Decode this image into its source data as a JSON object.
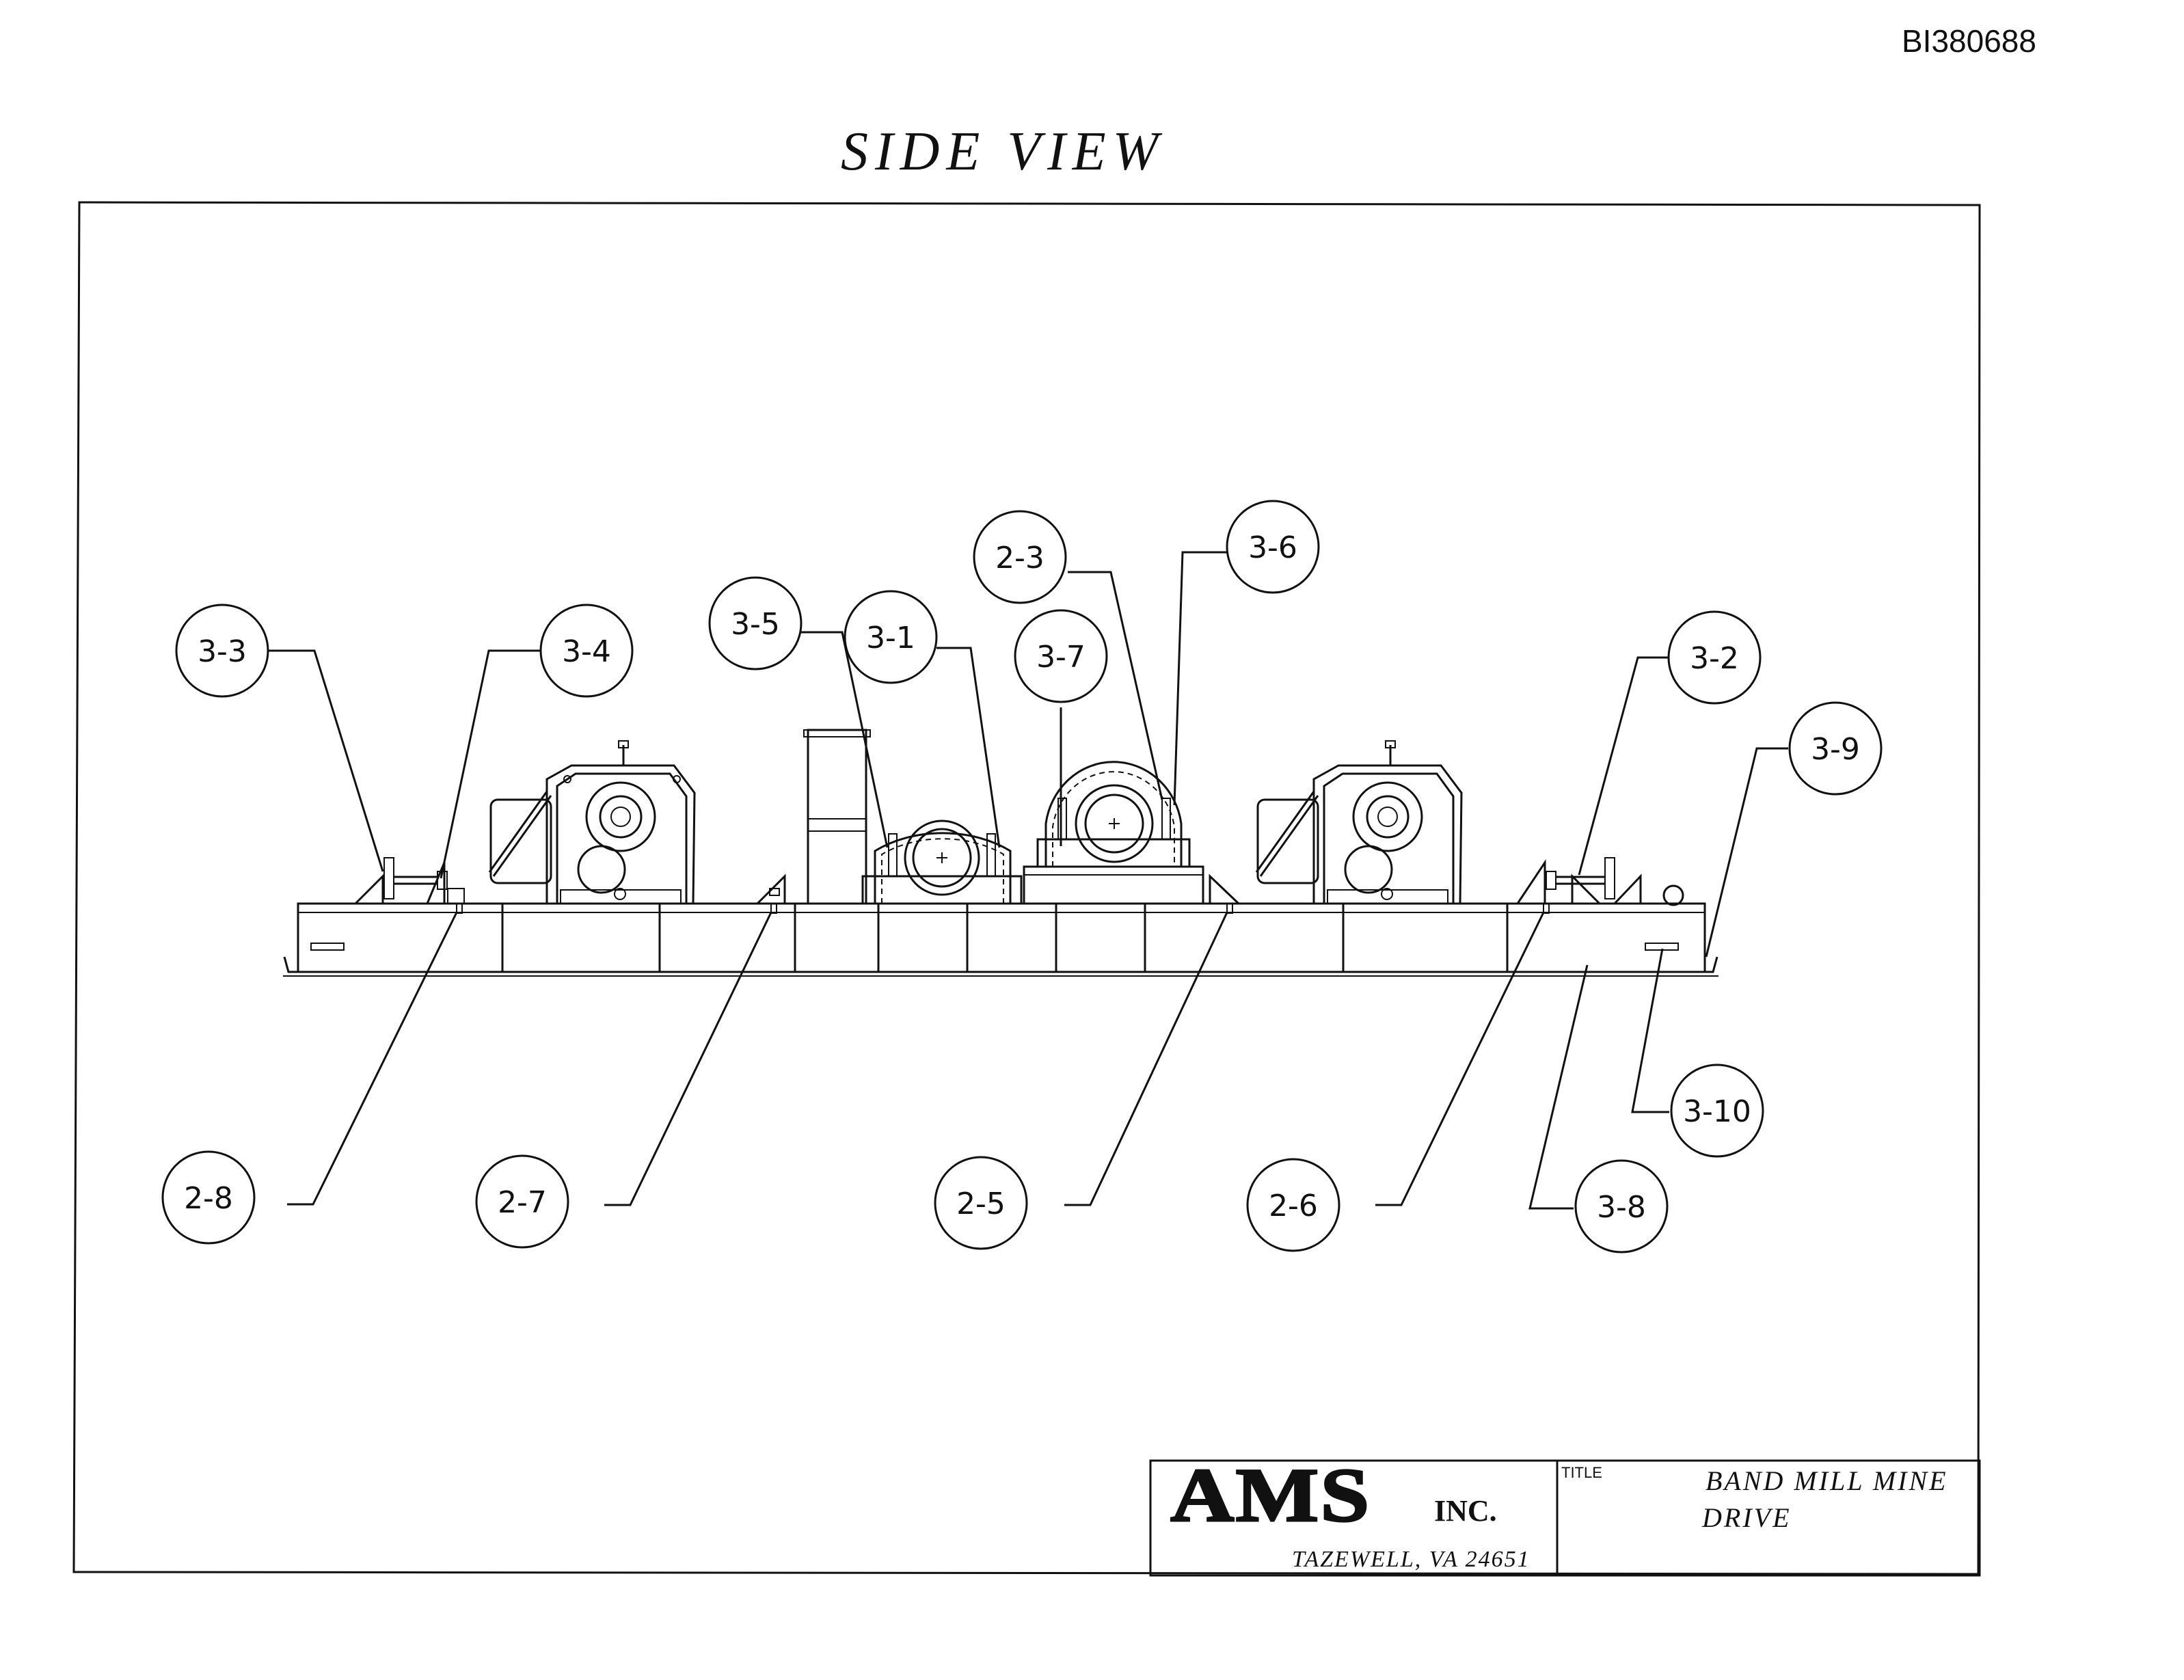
{
  "document": {
    "id": "BI380688",
    "view_title": "SIDE VIEW"
  },
  "callouts": [
    "3-3",
    "3-4",
    "3-5",
    "3-1",
    "2-3",
    "3-7",
    "3-6",
    "3-2",
    "3-9",
    "2-8",
    "2-7",
    "2-5",
    "2-6",
    "3-10",
    "3-8"
  ],
  "title_block": {
    "company": "AMS",
    "company_suffix": "INC.",
    "address": "TAZEWELL, VA 24651",
    "title_label": "TITLE",
    "title_line1": "BAND MILL MINE",
    "title_line2": "DRIVE"
  }
}
